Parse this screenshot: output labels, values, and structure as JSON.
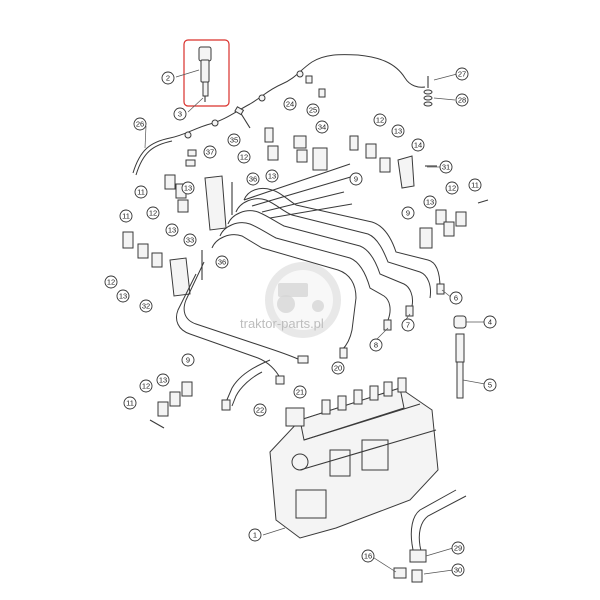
{
  "watermark": {
    "text": "traktor-parts.pl"
  },
  "highlight_color": "#d9302b",
  "callouts": [
    {
      "id": "c1",
      "label": "1"
    },
    {
      "id": "c2",
      "label": "2"
    },
    {
      "id": "c3",
      "label": "3"
    },
    {
      "id": "c4",
      "label": "4"
    },
    {
      "id": "c5",
      "label": "5"
    },
    {
      "id": "c6",
      "label": "6"
    },
    {
      "id": "c7",
      "label": "7"
    },
    {
      "id": "c8",
      "label": "8"
    },
    {
      "id": "c9a",
      "label": "9"
    },
    {
      "id": "c9b",
      "label": "9"
    },
    {
      "id": "c9c",
      "label": "9"
    },
    {
      "id": "c11a",
      "label": "11"
    },
    {
      "id": "c11b",
      "label": "11"
    },
    {
      "id": "c11c",
      "label": "11"
    },
    {
      "id": "c11d",
      "label": "11"
    },
    {
      "id": "c12a",
      "label": "12"
    },
    {
      "id": "c12b",
      "label": "12"
    },
    {
      "id": "c12c",
      "label": "12"
    },
    {
      "id": "c12d",
      "label": "12"
    },
    {
      "id": "c12e",
      "label": "12"
    },
    {
      "id": "c12f",
      "label": "12"
    },
    {
      "id": "c13a",
      "label": "13"
    },
    {
      "id": "c13b",
      "label": "13"
    },
    {
      "id": "c13c",
      "label": "13"
    },
    {
      "id": "c13d",
      "label": "13"
    },
    {
      "id": "c13e",
      "label": "13"
    },
    {
      "id": "c13f",
      "label": "13"
    },
    {
      "id": "c13g",
      "label": "13"
    },
    {
      "id": "c14",
      "label": "14"
    },
    {
      "id": "c16",
      "label": "16"
    },
    {
      "id": "c20",
      "label": "20"
    },
    {
      "id": "c21",
      "label": "21"
    },
    {
      "id": "c22",
      "label": "22"
    },
    {
      "id": "c24",
      "label": "24"
    },
    {
      "id": "c25",
      "label": "25"
    },
    {
      "id": "c26",
      "label": "26"
    },
    {
      "id": "c27",
      "label": "27"
    },
    {
      "id": "c28",
      "label": "28"
    },
    {
      "id": "c29",
      "label": "29"
    },
    {
      "id": "c30",
      "label": "30"
    },
    {
      "id": "c31",
      "label": "31"
    },
    {
      "id": "c32",
      "label": "32"
    },
    {
      "id": "c33",
      "label": "33"
    },
    {
      "id": "c34",
      "label": "34"
    },
    {
      "id": "c35",
      "label": "35"
    },
    {
      "id": "c36a",
      "label": "36"
    },
    {
      "id": "c36b",
      "label": "36"
    },
    {
      "id": "c37",
      "label": "37"
    }
  ]
}
